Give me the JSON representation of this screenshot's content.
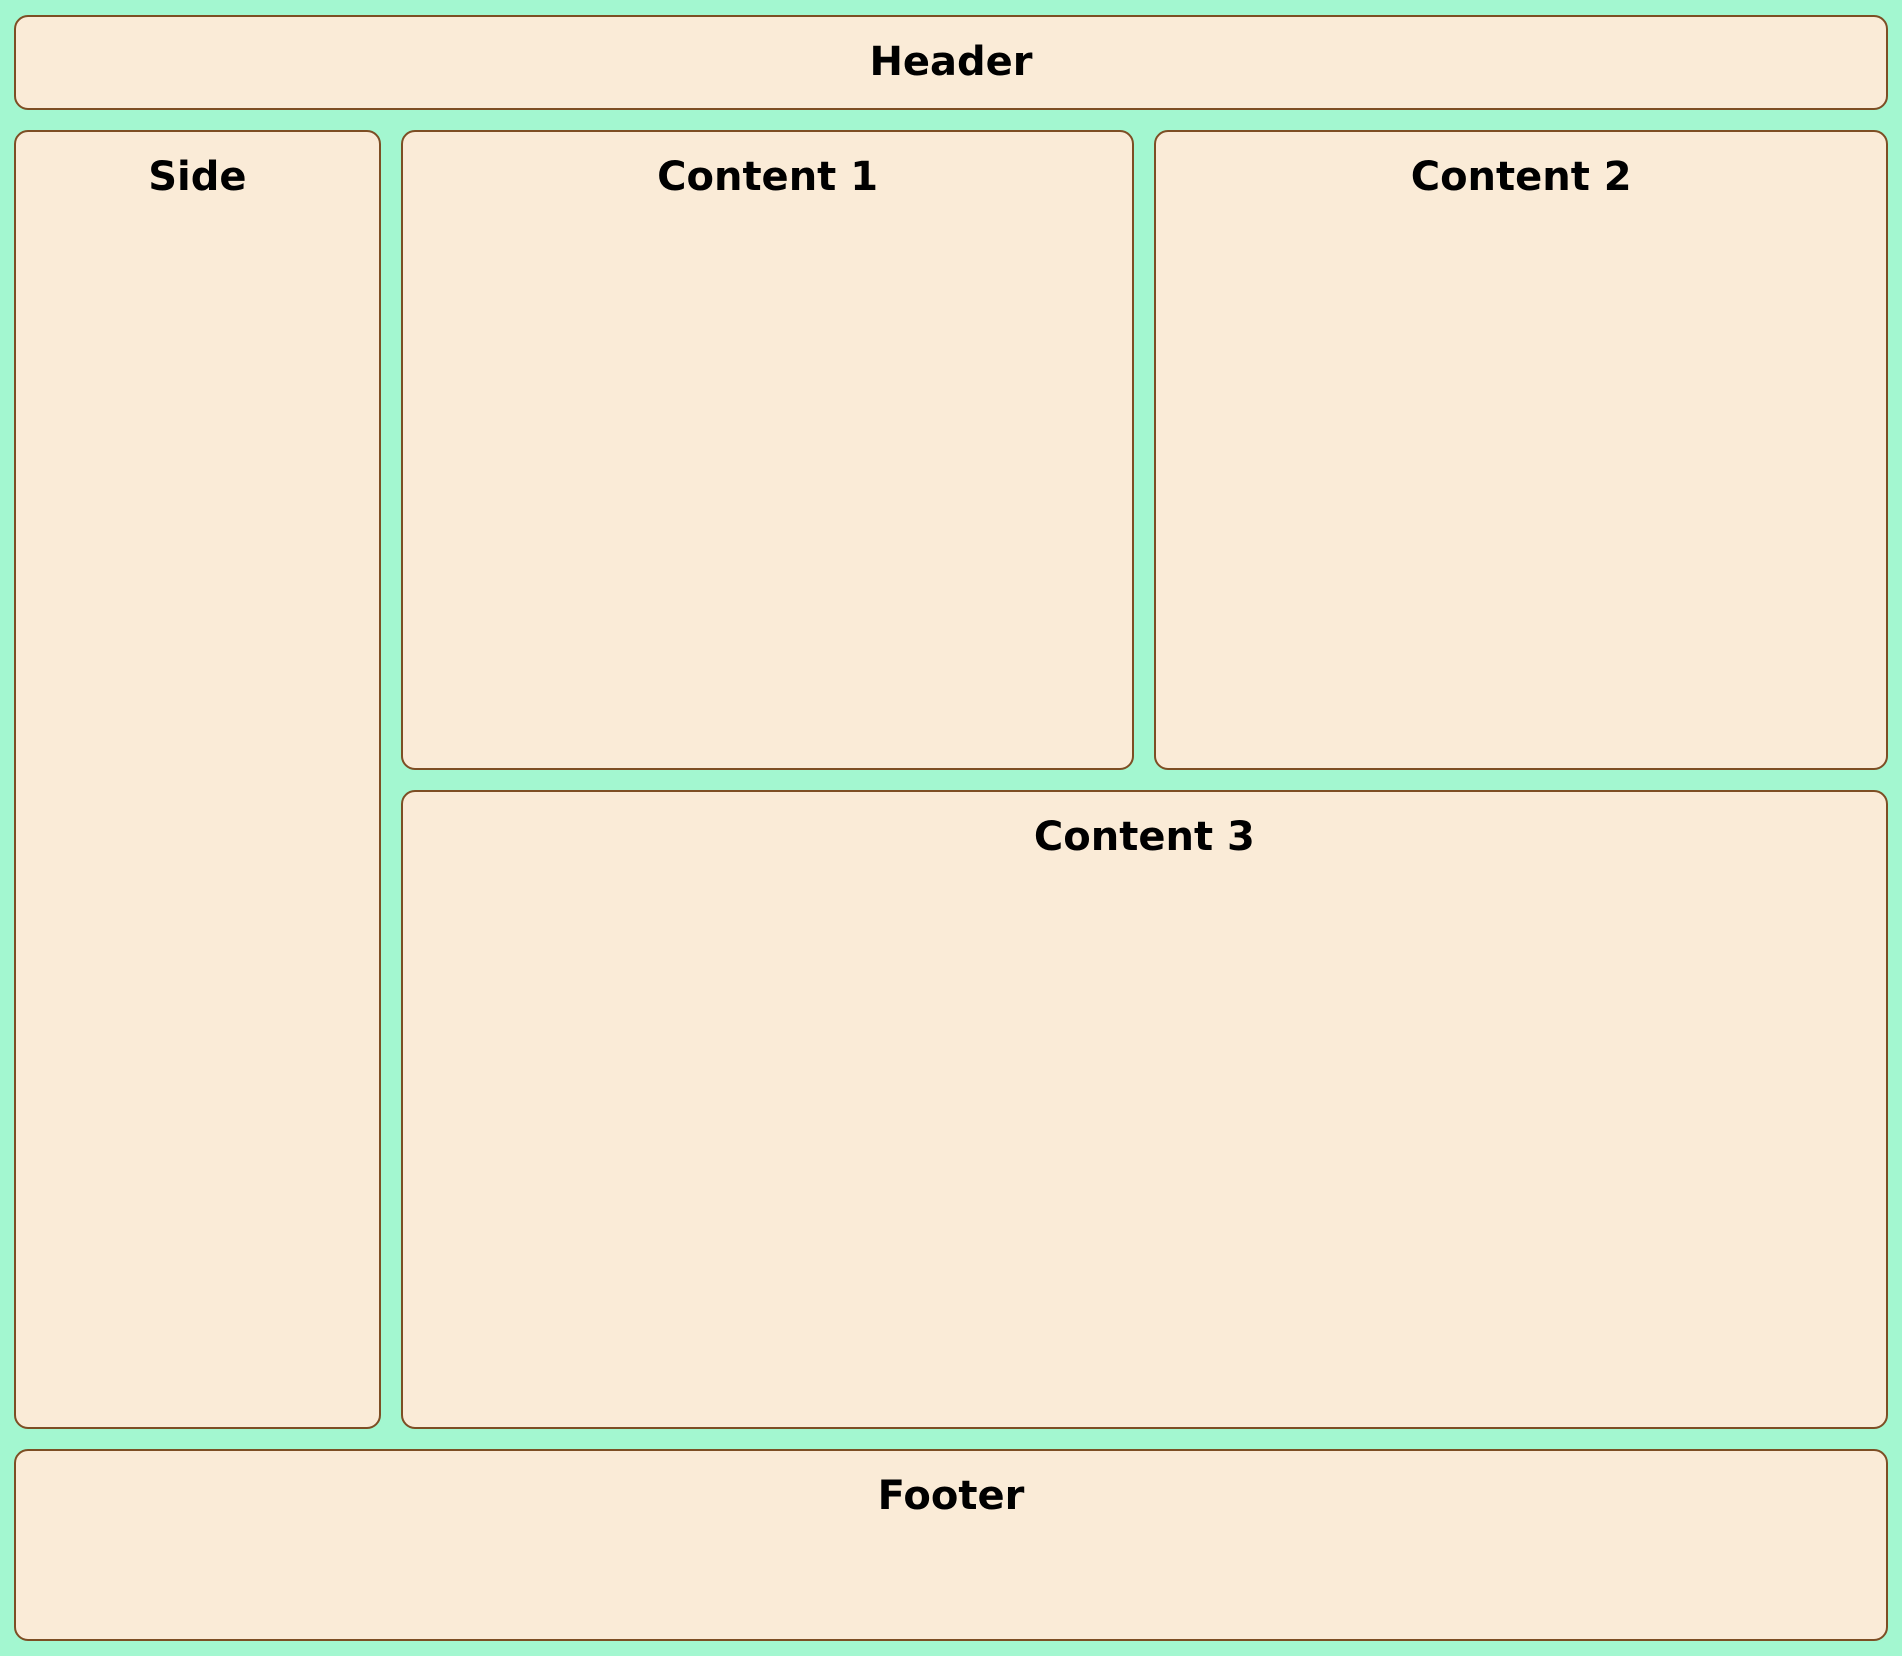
{
  "theme": {
    "background_color": "#a3f7d0",
    "panel_color": "#faebd7",
    "border_color": "#7d4e24",
    "text_color": "#000000"
  },
  "panels": {
    "header": {
      "label": "Header"
    },
    "side": {
      "label": "Side"
    },
    "content1": {
      "label": "Content 1"
    },
    "content2": {
      "label": "Content 2"
    },
    "content3": {
      "label": "Content 3"
    },
    "footer": {
      "label": "Footer"
    }
  }
}
